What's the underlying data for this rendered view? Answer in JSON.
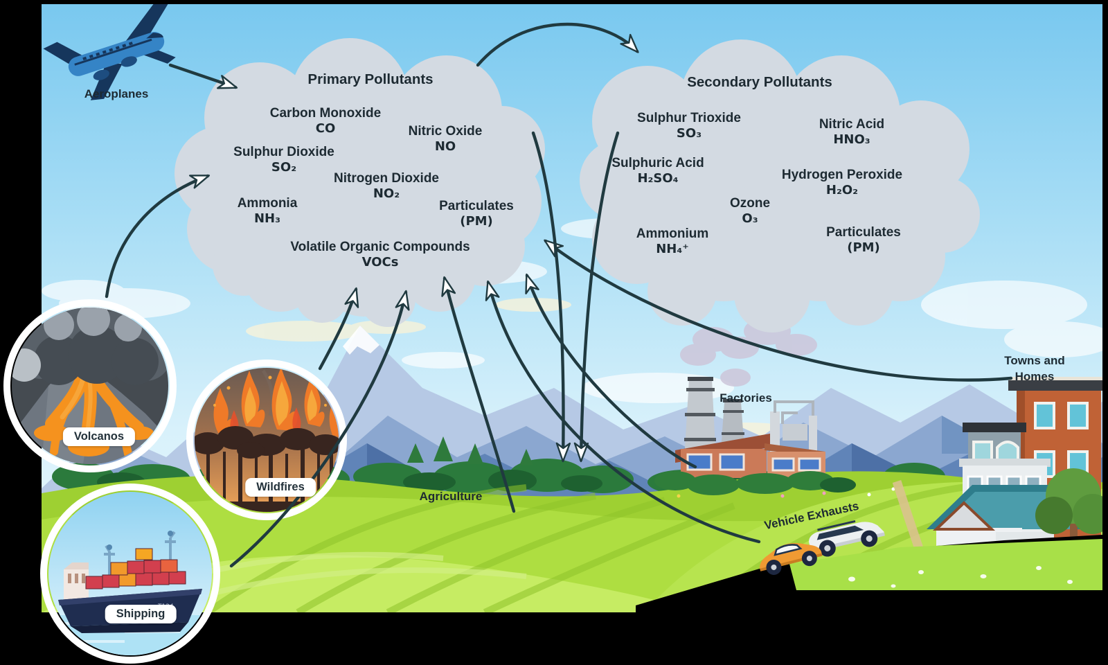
{
  "primary": {
    "title": "Primary Pollutants",
    "items": [
      {
        "name": "Carbon Monoxide",
        "formula": "CO"
      },
      {
        "name": "Nitric Oxide",
        "formula": "NO"
      },
      {
        "name": "Sulphur Dioxide",
        "formula": "SO₂"
      },
      {
        "name": "Nitrogen Dioxide",
        "formula": "NO₂"
      },
      {
        "name": "Ammonia",
        "formula": "NH₃"
      },
      {
        "name": "Particulates",
        "formula": "(PM)"
      },
      {
        "name": "Volatile Organic Compounds",
        "formula": "VOCs"
      }
    ]
  },
  "secondary": {
    "title": "Secondary Pollutants",
    "items": [
      {
        "name": "Sulphur Trioxide",
        "formula": "SO₃"
      },
      {
        "name": "Nitric Acid",
        "formula": "HNO₃"
      },
      {
        "name": "Sulphuric Acid",
        "formula": "H₂SO₄"
      },
      {
        "name": "Hydrogen Peroxide",
        "formula": "H₂O₂"
      },
      {
        "name": "Ozone",
        "formula": "O₃"
      },
      {
        "name": "Ammonium",
        "formula": "NH₄⁺"
      },
      {
        "name": "Particulates",
        "formula": "(PM)"
      }
    ]
  },
  "sources": {
    "aeroplanes": {
      "label": "Aeroplanes"
    },
    "volcanos": {
      "label": "Volcanos"
    },
    "wildfires": {
      "label": "Wildfires"
    },
    "shipping": {
      "label": "Shipping",
      "ship_code": "T124"
    },
    "agriculture": {
      "label": "Agriculture"
    },
    "factories": {
      "label": "Factories"
    },
    "vehicle_exhausts": {
      "label": "Vehicle Exhausts"
    },
    "towns_homes": {
      "label_line1": "Towns and",
      "label_line2": "Homes"
    }
  },
  "arrows": [
    {
      "from": "Aeroplanes",
      "to": "Primary Pollutants"
    },
    {
      "from": "Volcanos",
      "to": "Primary Pollutants"
    },
    {
      "from": "Shipping",
      "to": "Primary Pollutants"
    },
    {
      "from": "Wildfires",
      "to": "Primary Pollutants"
    },
    {
      "from": "Agriculture",
      "to": "Primary Pollutants"
    },
    {
      "from": "Vehicle Exhausts",
      "to": "Primary Pollutants"
    },
    {
      "from": "Factories",
      "to": "Primary Pollutants"
    },
    {
      "from": "Towns and Homes",
      "to": "Primary Pollutants"
    },
    {
      "from": "Primary Pollutants",
      "to": "Secondary Pollutants"
    },
    {
      "from": "Primary Pollutants",
      "to": "ground"
    },
    {
      "from": "Secondary Pollutants",
      "to": "ground"
    }
  ],
  "colors": {
    "arrow": "#203a40",
    "pollutant_cloud": "#d3dae2",
    "sky_top": "#79c8ef",
    "field_green": "#9ed032",
    "road": "#000000",
    "text": "#1d2a32"
  }
}
